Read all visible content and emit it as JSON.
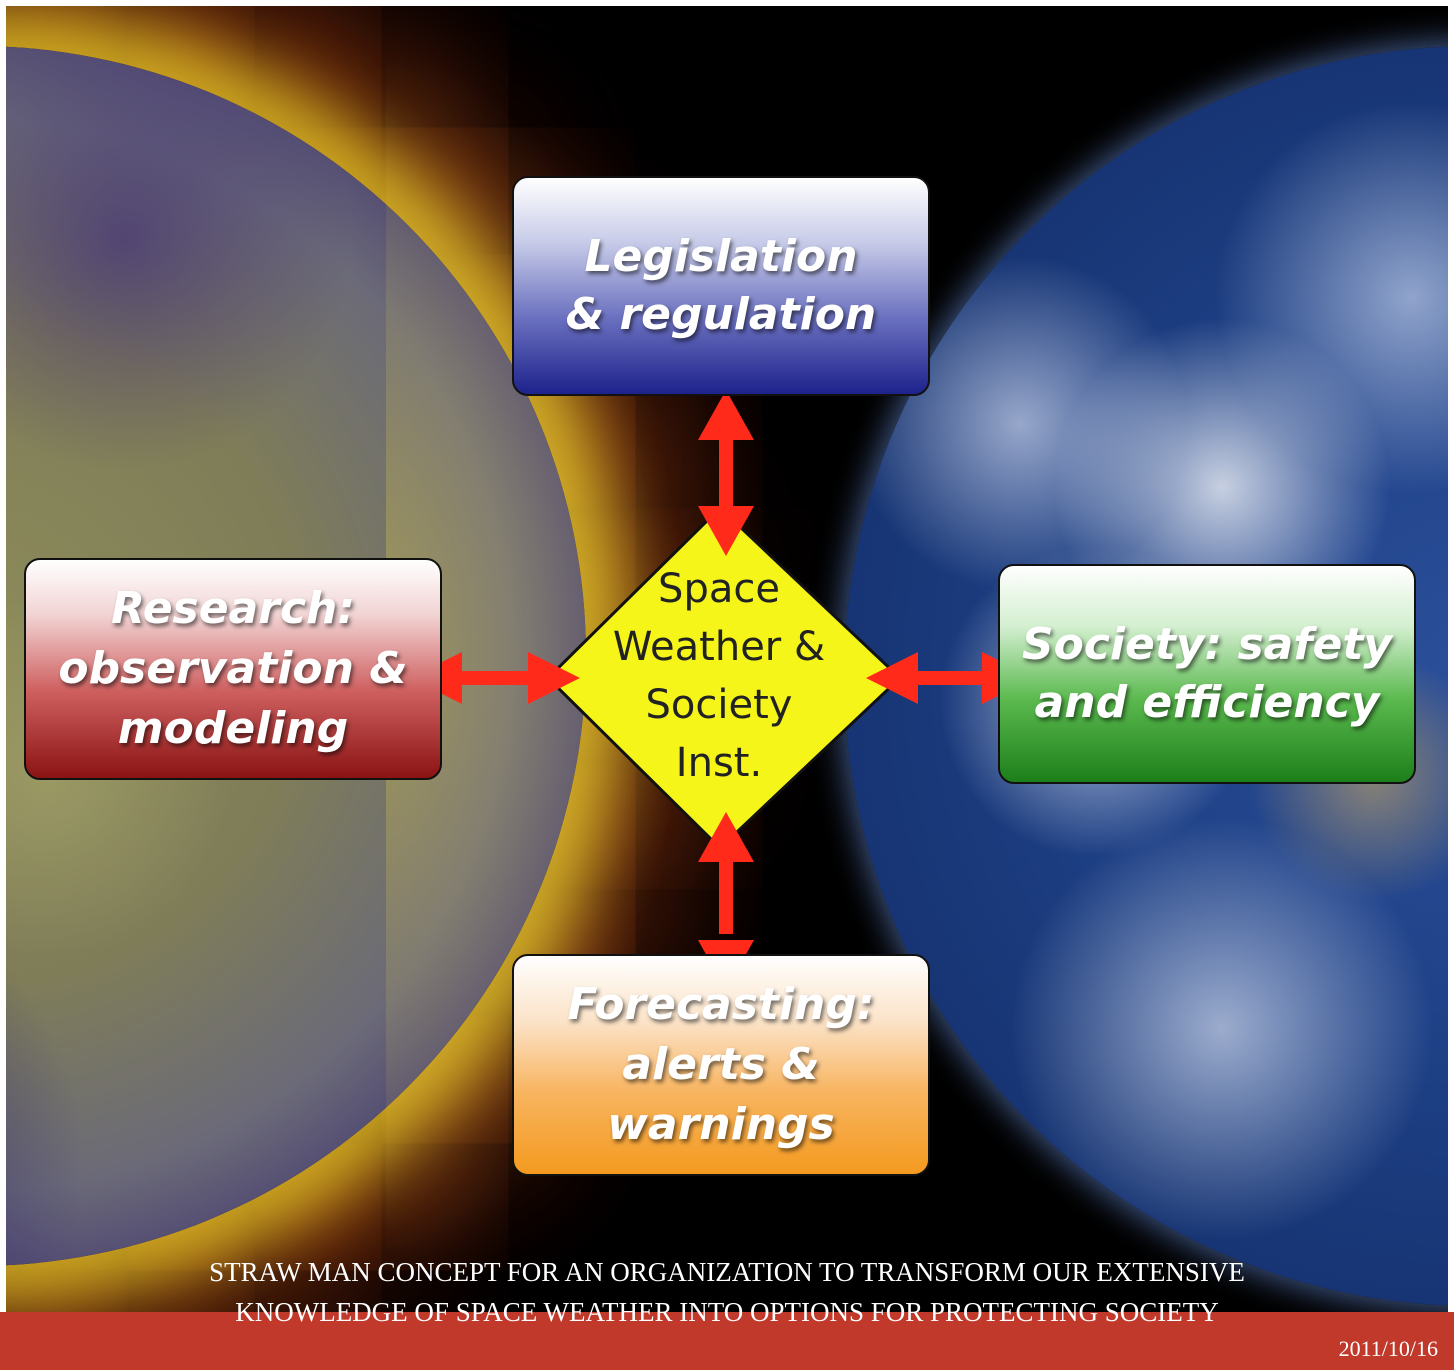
{
  "nodes": {
    "legislation": [
      "Legislation",
      "& regulation"
    ],
    "research": [
      "Research:",
      "observation &",
      "modeling"
    ],
    "society": [
      "Society: safety",
      "and efficiency"
    ],
    "forecasting": [
      "Forecasting:",
      "alerts &",
      "warnings"
    ],
    "center": [
      "Space",
      "Weather &",
      "Society",
      "Inst."
    ]
  },
  "caption": [
    "STRAW MAN CONCEPT FOR AN ORGANIZATION TO TRANSFORM OUR EXTENSIVE",
    "KNOWLEDGE OF SPACE WEATHER INTO OPTIONS FOR PROTECTING SOCIETY"
  ],
  "footer": {
    "date": "2011/10/16"
  },
  "colors": {
    "arrow": "#ff2a1a",
    "center_fill": "#f5f51a",
    "footer_bar": "#c0392b"
  }
}
